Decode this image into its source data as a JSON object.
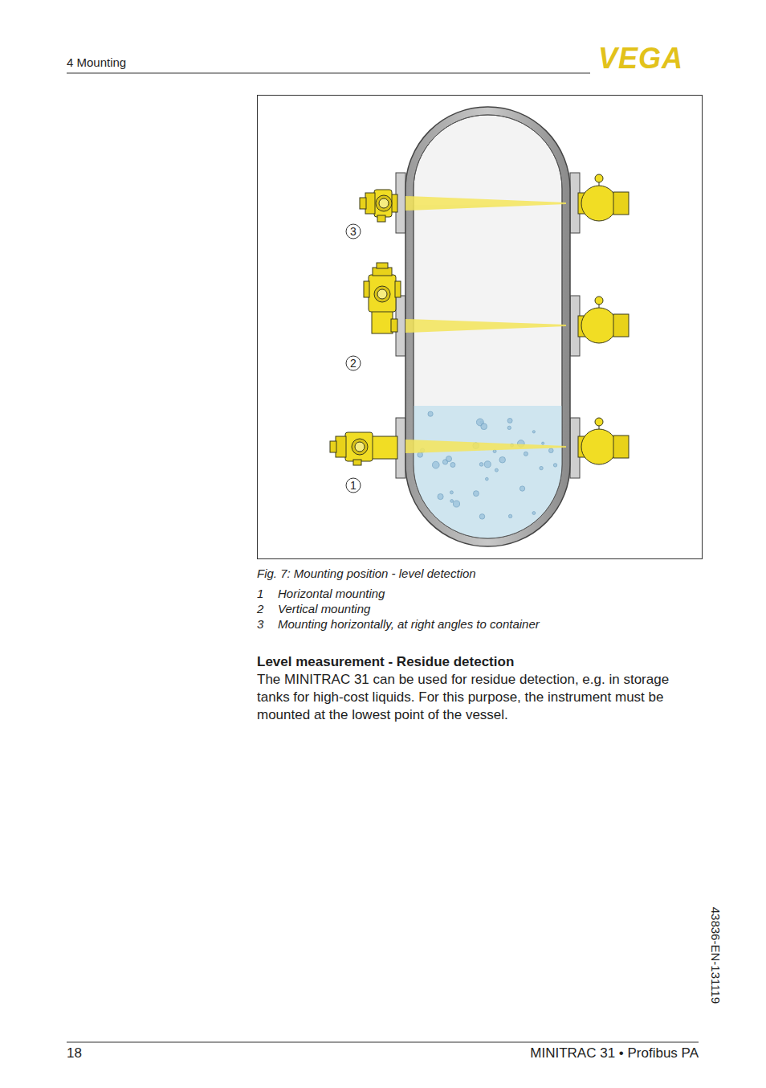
{
  "diagram": {
    "caption": "Fig. 7: Mounting position - level detection",
    "labels": [
      "4 Mounting",
      "VEGA",
      "3",
      "2",
      "1",
      "1",
      "Horizontal mounting",
      "2",
      "Vertical mounting",
      "3",
      "Mounting horizontally, at right angles to container",
      "Level measurement - Residue detection",
      "The MINITRAC 31 can be used for residue detection, e.g. in storage tanks for high-cost liquids. For this purpose, the instrument must be mounted at the lowest point of the vessel.",
      "43836-EN-131119",
      "18",
      "MINITRAC 31 • Profibus PA"
    ]
  }
}
